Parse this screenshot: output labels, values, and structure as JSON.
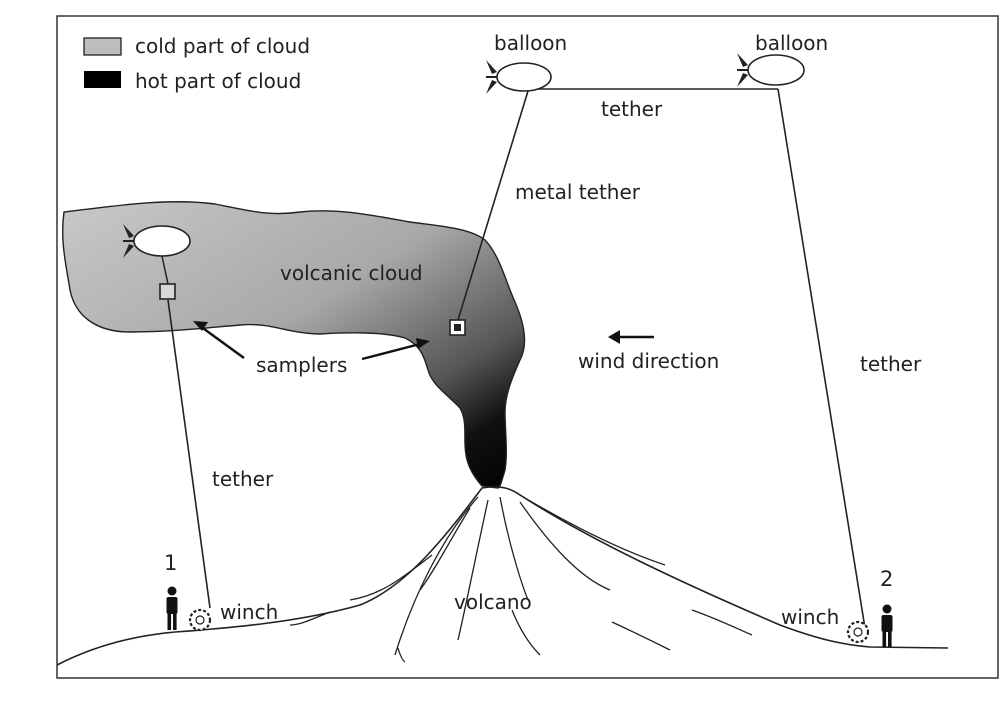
{
  "legend": {
    "cold_label": "cold part of cloud",
    "hot_label": "hot part of cloud",
    "cold_color": "#bdbdbd",
    "hot_color": "#000000"
  },
  "labels": {
    "balloon_center": "balloon",
    "balloon_right": "balloon",
    "tether_top": "tether",
    "metal_tether": "metal tether",
    "volcanic_cloud": "volcanic cloud",
    "samplers": "samplers",
    "wind_direction": "wind direction",
    "tether_right": "tether",
    "tether_left": "tether",
    "winch_left": "winch",
    "winch_right": "winch",
    "volcano": "volcano",
    "person_1": "1",
    "person_2": "2"
  },
  "colors": {
    "ink": "#222222",
    "background": "#ffffff"
  }
}
